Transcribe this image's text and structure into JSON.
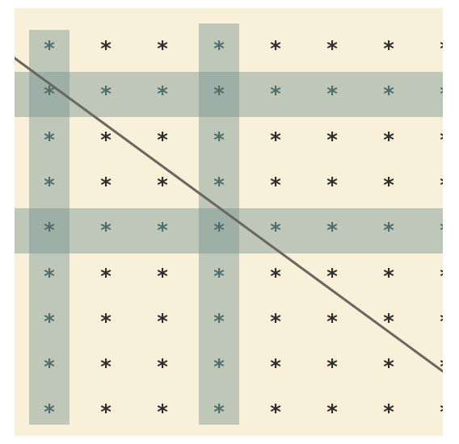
{
  "board": {
    "rows": 9,
    "cols": 8,
    "cell_symbol": "*",
    "background_color": "#f8f0d8",
    "symbol_color": "#2f2f2f",
    "covered_symbol_color": "#4f6f6f",
    "highlight_color": "#6f8f8f",
    "line_color": "#6b6660"
  },
  "highlighted_columns": [
    1,
    4
  ],
  "highlighted_rows": [
    2,
    5
  ]
}
